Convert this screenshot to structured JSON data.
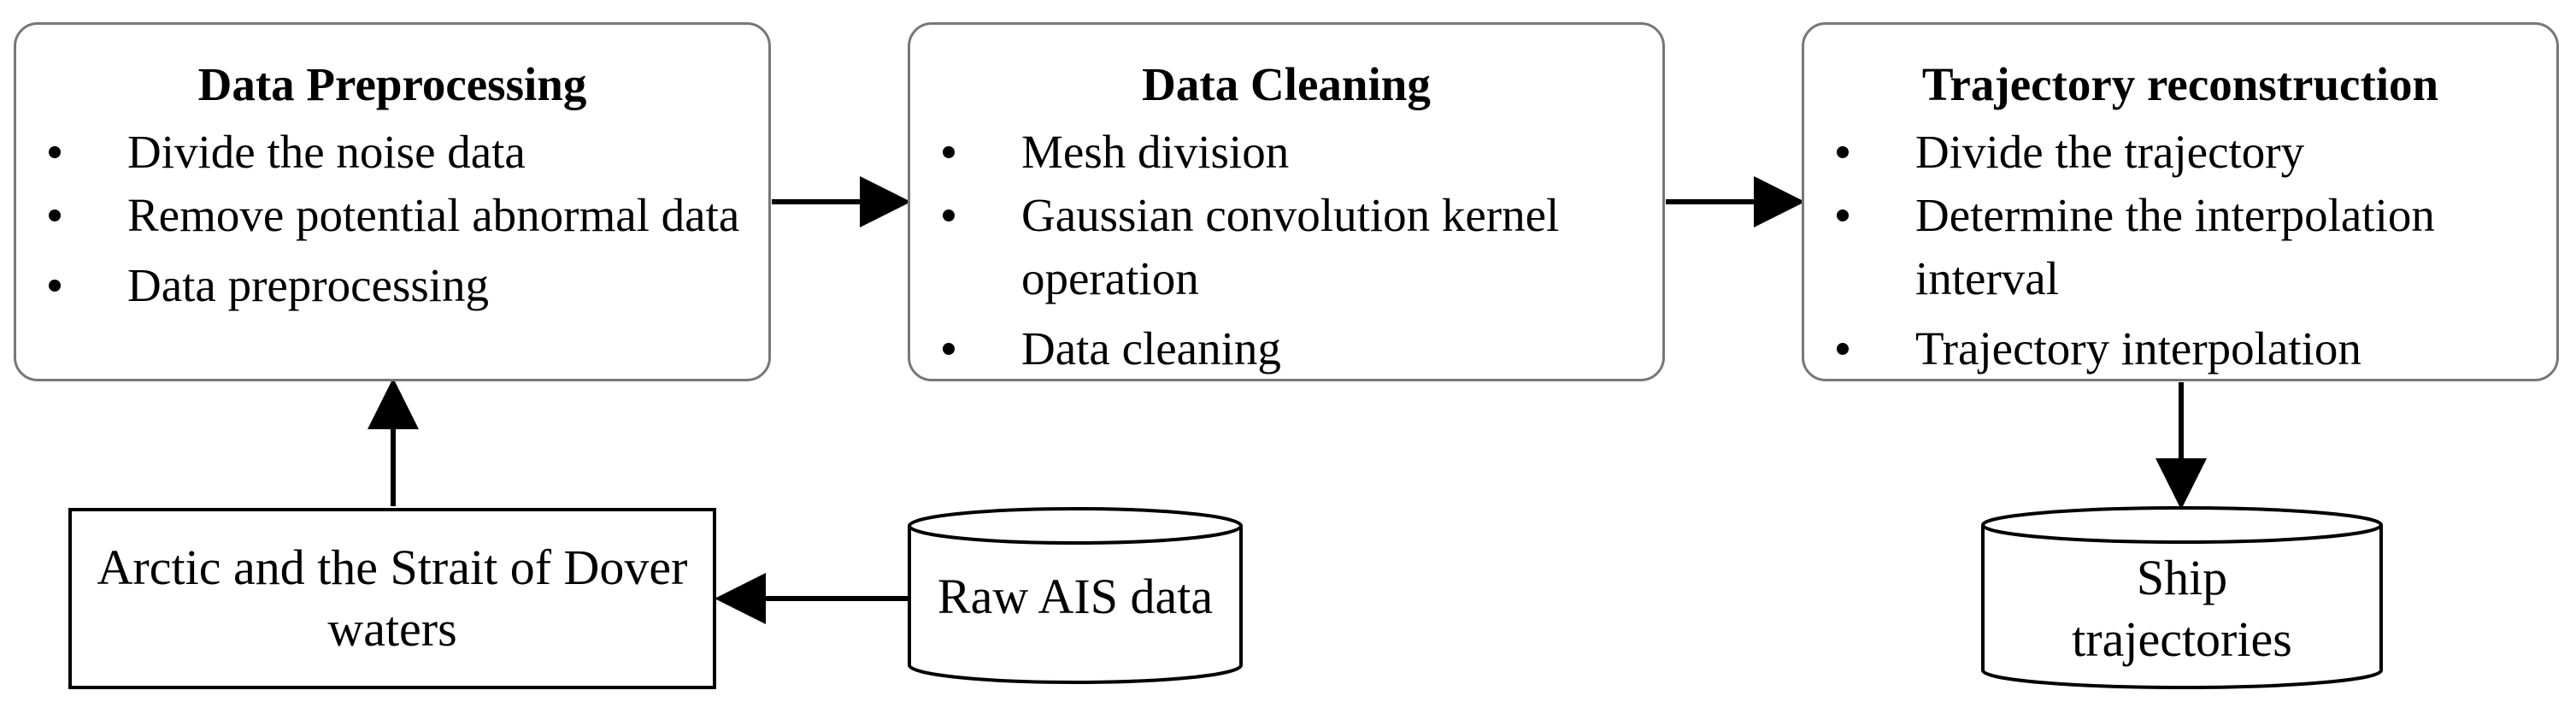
{
  "stages": [
    {
      "title": "Data Preprocessing",
      "items": [
        "Divide the noise data",
        "Remove  potential abnormal data",
        "Data preprocessing"
      ]
    },
    {
      "title": "Data Cleaning",
      "items": [
        "Mesh division",
        "Gaussian convolution kernel operation",
        "Data cleaning"
      ]
    },
    {
      "title": "Trajectory reconstruction",
      "items": [
        "Divide the trajectory",
        "Determine the interpolation interval",
        "Trajectory interpolation"
      ]
    }
  ],
  "source_box": {
    "label": "Arctic and the Strait of Dover waters"
  },
  "databases": {
    "raw": "Raw AIS data",
    "output": "Ship trajectories"
  },
  "colors": {
    "box_border": "#777777",
    "arrow": "#000000"
  }
}
